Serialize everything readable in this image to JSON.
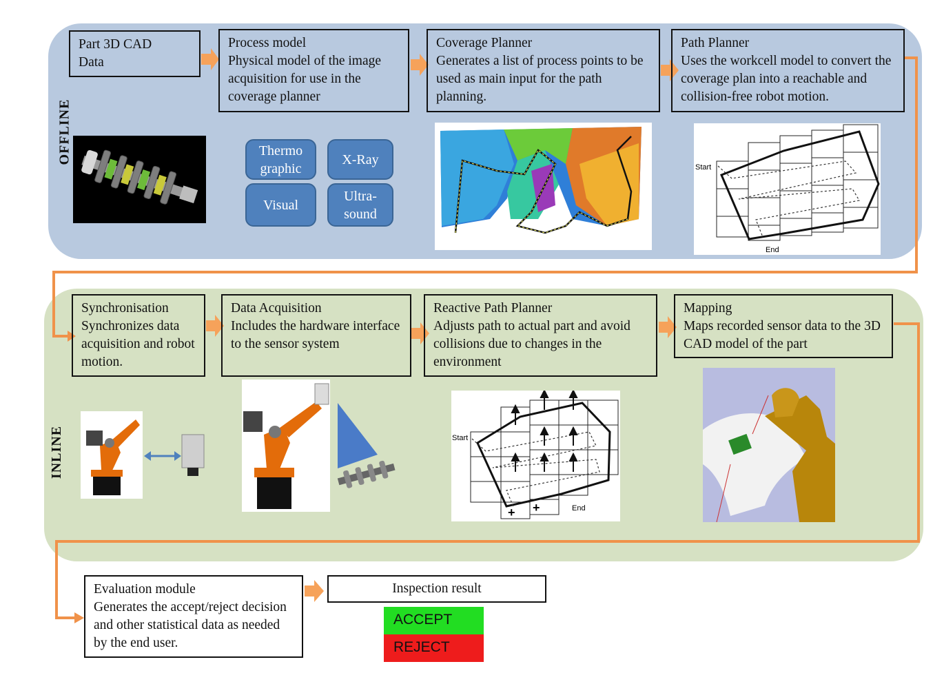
{
  "offline": {
    "label": "OFFLINE",
    "boxes": [
      {
        "title": "Part 3D CAD",
        "text": "Data"
      },
      {
        "title": "Process model",
        "text": "Physical model of the image acquisition for use in the coverage planner"
      },
      {
        "title": "Coverage Planner",
        "text": "Generates a list of process points to be used as main input for the path planning."
      },
      {
        "title": "Path Planner",
        "text": "Uses the workcell model to convert the coverage plan into a reachable and collision-free robot motion."
      }
    ],
    "modalities": [
      "Thermo graphic",
      "X-Ray",
      "Visual",
      "Ultra-sound"
    ],
    "path_labels": {
      "start": "Start",
      "end": "End"
    }
  },
  "inline": {
    "label": "INLINE",
    "boxes": [
      {
        "title": "Synchronisation",
        "text": "Synchronizes data acquisition and robot motion."
      },
      {
        "title": "Data Acquisition",
        "text": "Includes the hardware interface to the sensor system"
      },
      {
        "title": "Reactive Path Planner",
        "text": "Adjusts path to actual part and avoid collisions due to changes in the environment"
      },
      {
        "title": "Mapping",
        "text": "Maps recorded sensor data to the 3D CAD model of the part"
      }
    ],
    "path_labels": {
      "start": "Start",
      "end": "End"
    }
  },
  "evaluation": {
    "title": "Evaluation module",
    "text": "Generates the accept/reject decision and other statistical data as needed by the end user."
  },
  "result": {
    "title": "Inspection result",
    "accept": "ACCEPT",
    "reject": "REJECT"
  },
  "colors": {
    "offline_bg": "#b8c9df",
    "inline_bg": "#d6e1c3",
    "arrow": "#f4a460",
    "flow_line": "#f0924a",
    "accept": "#22dd22",
    "reject": "#ee1c1c",
    "modality": "#4f81bd"
  }
}
